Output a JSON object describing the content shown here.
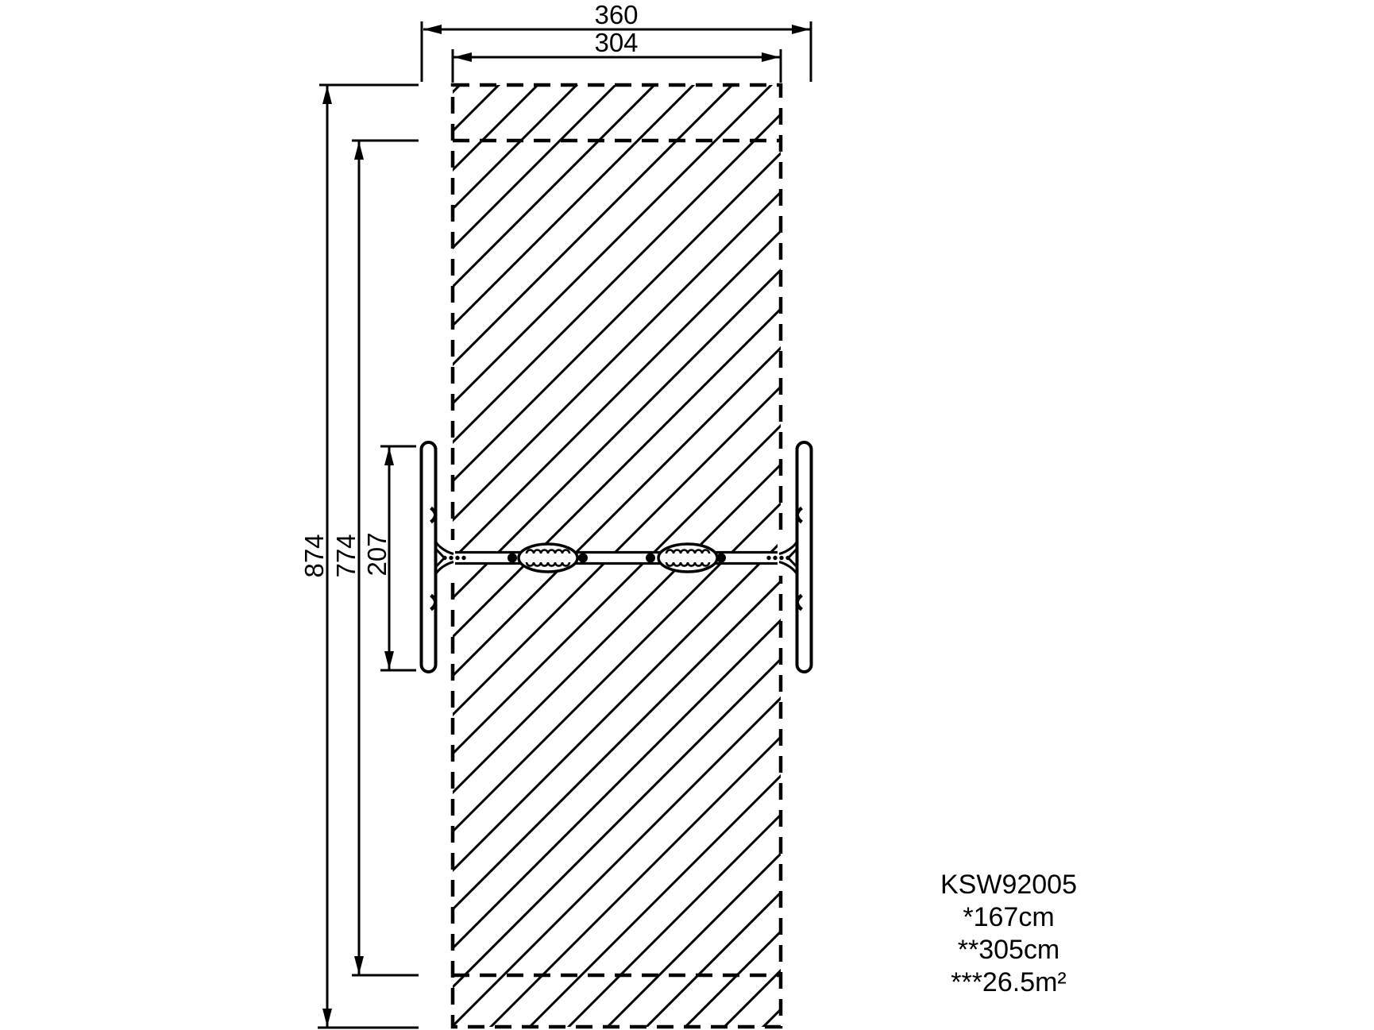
{
  "page": {
    "background_color": "#ffffff",
    "line_color": "#000000"
  },
  "dimensions": {
    "top_outer": "360",
    "top_inner": "304",
    "left_outer": "874",
    "left_inner": "774",
    "left_frame": "207"
  },
  "info_block": {
    "product_code": "KSW92005",
    "line1": "*167cm",
    "line2": "**305cm",
    "line3": "***26.5m²"
  }
}
